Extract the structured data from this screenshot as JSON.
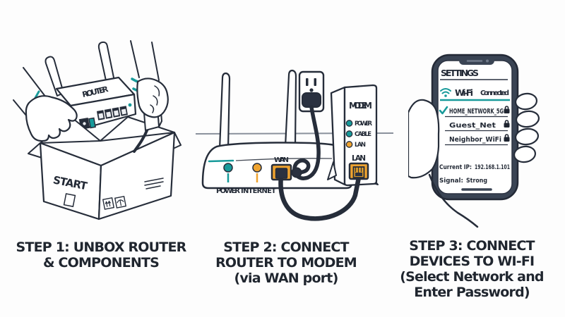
{
  "canvas": {
    "bg": "#fdfdfd"
  },
  "palette": {
    "ink": "#262d3a",
    "caption_ink": "#20262f",
    "teal": "#179a9a",
    "orange": "#efa32f",
    "gold": "#d9992a",
    "phone_frame": "#3a4454",
    "table_line": "#8a919c",
    "dark_plug": "#2a3140"
  },
  "captions": {
    "step1": [
      "STEP 1: UNBOX ROUTER",
      "& COMPONENTS"
    ],
    "step2": [
      "STEP 2: CONNECT",
      "ROUTER TO MODEM",
      "(via WAN port)"
    ],
    "step3": [
      "STEP 3: CONNECT",
      "DEVICES TO WI-FI",
      "(Select Network and",
      "Enter Password)"
    ]
  },
  "step1": {
    "router_label": "ROUTER",
    "box_label": "START"
  },
  "step2": {
    "power_label": "POWER",
    "internet_label": "INTERNET",
    "wan_label": "WAN",
    "modem": {
      "name": "MODEM",
      "leds": [
        {
          "label": "POWER",
          "color": "#179a9a"
        },
        {
          "label": "CABLE",
          "color": "#179a9a"
        },
        {
          "label": "LAN",
          "color": "#efa32f"
        }
      ],
      "port_label": "LAN"
    }
  },
  "step3": {
    "title": "SETTINGS",
    "wifi_label": "Wi-Fi",
    "status": "Connected",
    "networks": [
      {
        "name": "HOME_NETWORK_5G",
        "selected": true,
        "locked": true
      },
      {
        "name": "Guest_Net",
        "selected": false,
        "locked": true
      },
      {
        "name": "Neighbor_WiFi",
        "selected": false,
        "locked": true
      }
    ],
    "ip_label": "Current IP:",
    "ip_value": "192.168.1.101",
    "signal_label": "Signal:",
    "signal_value": "Strong"
  }
}
